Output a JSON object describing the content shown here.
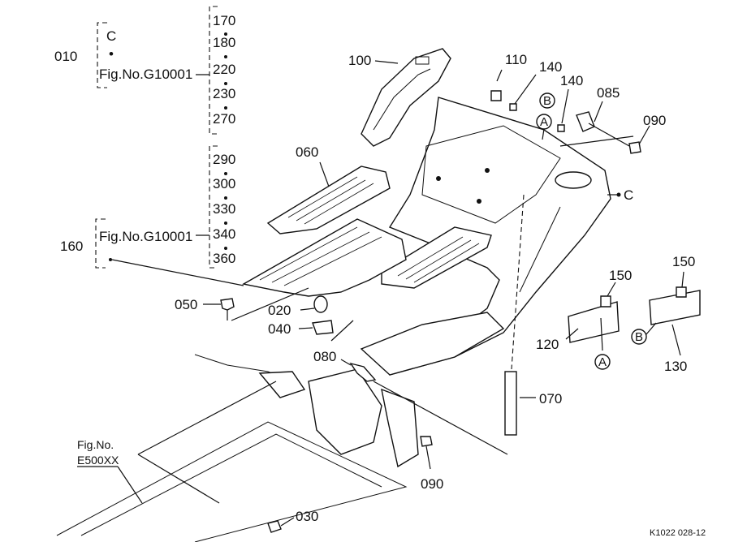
{
  "bracket_top": {
    "group_label": "010",
    "entries": [
      "C",
      "•",
      "Fig.No.G10001"
    ],
    "numbers": [
      "170",
      "180",
      "220",
      "230",
      "270"
    ]
  },
  "bracket_bottom": {
    "group_label": "160",
    "entry": "Fig.No.G10001",
    "numbers": [
      "290",
      "300",
      "330",
      "340",
      "360"
    ]
  },
  "callouts": {
    "p100": "100",
    "p110": "110",
    "p140a": "140",
    "p140b": "140",
    "p085": "085",
    "p090a": "090",
    "p060": "060",
    "pC": "C",
    "p150a": "150",
    "p150b": "150",
    "p120": "120",
    "p130": "130",
    "p050": "050",
    "p020": "020",
    "p040": "040",
    "p080": "080",
    "p070": "070",
    "p090b": "090",
    "p030": "030"
  },
  "markers": {
    "A1": "A",
    "B1": "B",
    "A2": "A",
    "B2": "B"
  },
  "fig_ref": {
    "line1": "Fig.No.",
    "line2": "E500XX"
  },
  "drawing_code": "K1022  028-12"
}
